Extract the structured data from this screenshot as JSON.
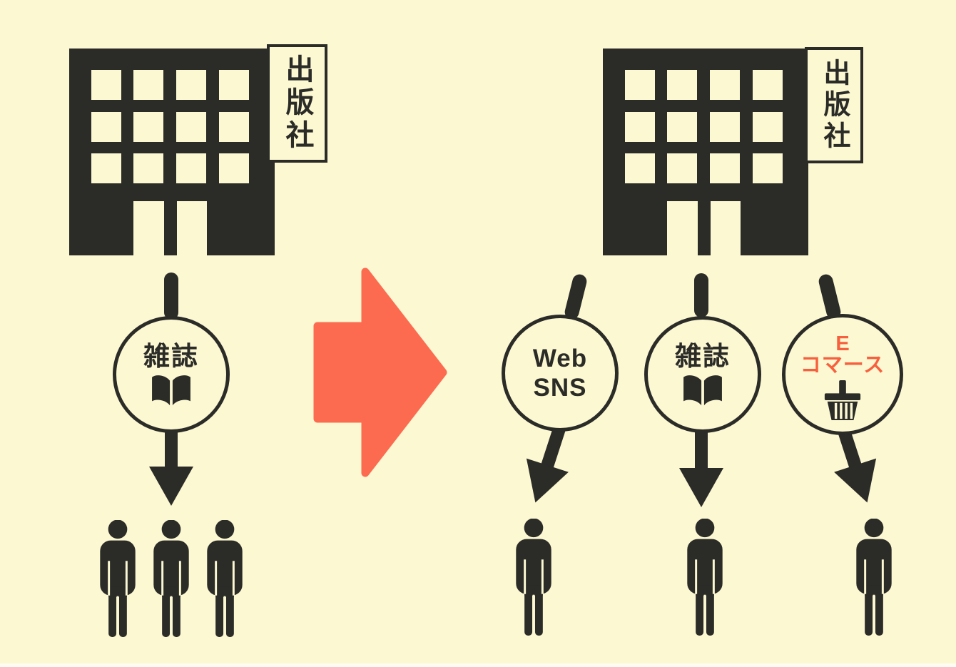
{
  "colors": {
    "background": "#FCF8D2",
    "ink": "#2B2B28",
    "transition_arrow": "#FC6B50",
    "ecommerce_text": "#F7603E",
    "bottom_strip": "#FDFDF2"
  },
  "before": {
    "publisher_label": "出版社",
    "channel": {
      "label": "雑誌",
      "icon": "open-book-icon"
    },
    "audience_count": 3
  },
  "after": {
    "publisher_label": "出版社",
    "channels": [
      {
        "line1": "Web",
        "line2": "SNS",
        "audience_count": 1
      },
      {
        "label": "雑誌",
        "icon": "open-book-icon",
        "audience_count": 1
      },
      {
        "line1": "E",
        "line2": "コマース",
        "icon": "shopping-basket-icon",
        "audience_count": 1
      }
    ]
  }
}
